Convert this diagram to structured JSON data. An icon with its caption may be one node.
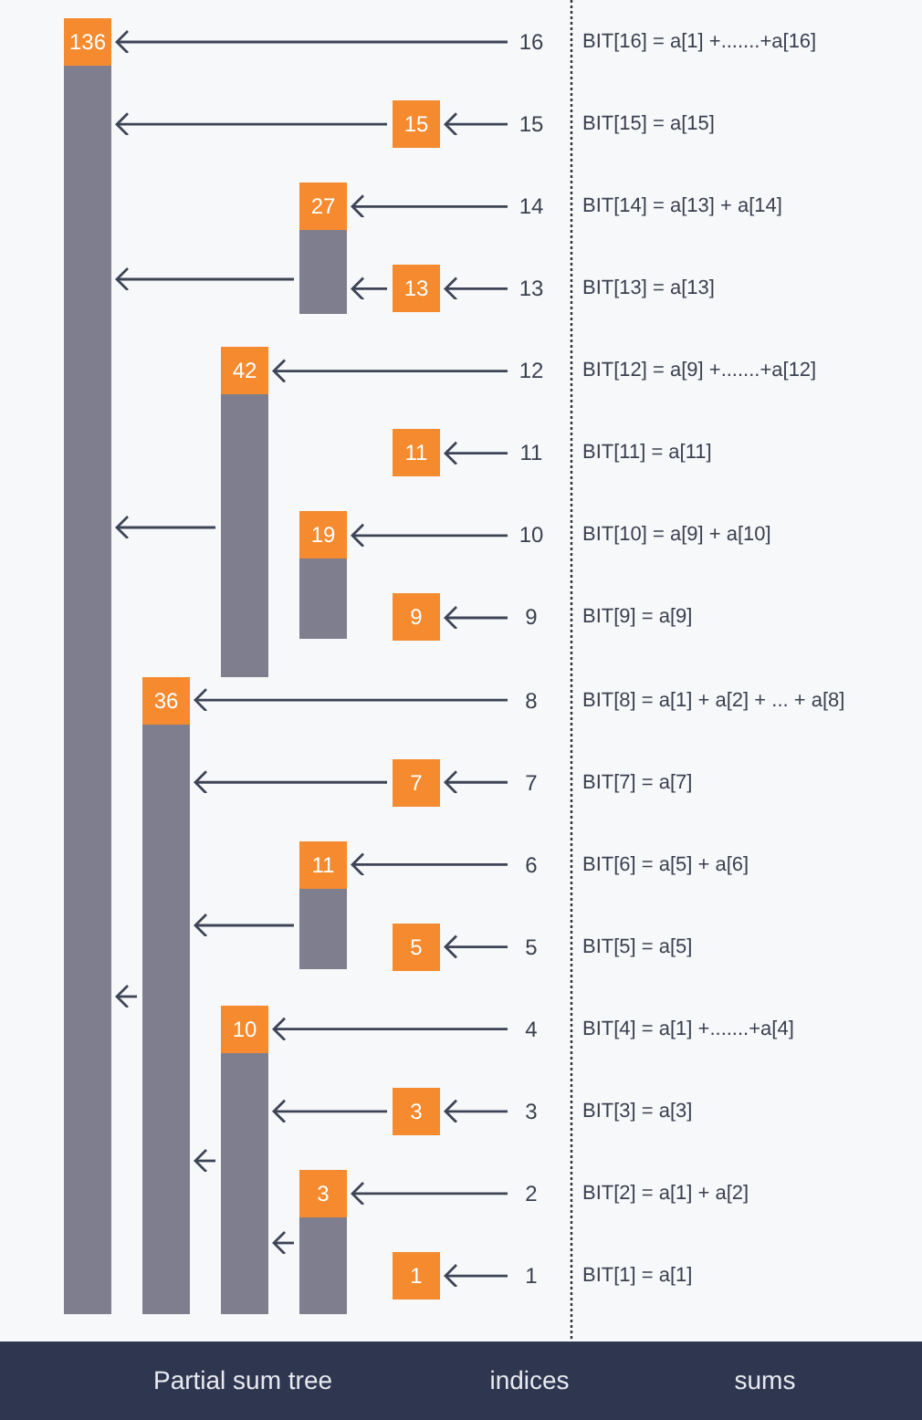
{
  "diagram": {
    "nodes": [
      {
        "text": [
          "136"
        ]
      },
      {
        "text": [
          "16"
        ]
      },
      {
        "text": [
          "15"
        ]
      },
      {
        "text": [
          "15"
        ]
      },
      {
        "text": [
          "27"
        ]
      },
      {
        "text": [
          "14"
        ]
      },
      {
        "text": [
          "13"
        ]
      },
      {
        "text": [
          "13"
        ]
      },
      {
        "text": [
          "42"
        ]
      },
      {
        "text": [
          "12"
        ]
      },
      {
        "text": [
          "11"
        ]
      },
      {
        "text": [
          "11"
        ]
      },
      {
        "text": [
          "19"
        ]
      },
      {
        "text": [
          "10"
        ]
      },
      {
        "text": [
          "9"
        ]
      },
      {
        "text": [
          "9"
        ]
      },
      {
        "text": [
          "36"
        ]
      },
      {
        "text": [
          "8"
        ]
      },
      {
        "text": [
          "7"
        ]
      },
      {
        "text": [
          "7"
        ]
      },
      {
        "text": [
          "11"
        ]
      },
      {
        "text": [
          "6"
        ]
      },
      {
        "text": [
          "5"
        ]
      },
      {
        "text": [
          "5"
        ]
      },
      {
        "text": [
          "10"
        ]
      },
      {
        "text": [
          "4"
        ]
      },
      {
        "text": [
          "3"
        ]
      },
      {
        "text": [
          "3"
        ]
      },
      {
        "text": [
          "3"
        ]
      },
      {
        "text": [
          "2"
        ]
      },
      {
        "text": [
          "1"
        ]
      },
      {
        "text": [
          "1"
        ]
      }
    ],
    "edges": [
      {
        "from": 1,
        "to": 0,
        "arrow": "to"
      },
      {
        "from": 3,
        "to": 2,
        "arrow": "to"
      },
      {
        "from": 2,
        "to": 0,
        "arrow": "to"
      },
      {
        "from": 5,
        "to": 4,
        "arrow": "to"
      },
      {
        "from": 7,
        "to": 6,
        "arrow": "to"
      },
      {
        "from": 6,
        "to": 4,
        "arrow": "to"
      },
      {
        "from": 4,
        "to": 0,
        "arrow": "to"
      },
      {
        "from": 9,
        "to": 8,
        "arrow": "to"
      },
      {
        "from": 11,
        "to": 10,
        "arrow": "to"
      },
      {
        "from": 13,
        "to": 12,
        "arrow": "to"
      },
      {
        "from": 15,
        "to": 14,
        "arrow": "to"
      },
      {
        "from": 8,
        "to": 0,
        "arrow": "to"
      },
      {
        "from": 17,
        "to": 16,
        "arrow": "to"
      },
      {
        "from": 19,
        "to": 18,
        "arrow": "to"
      },
      {
        "from": 18,
        "to": 16,
        "arrow": "to"
      },
      {
        "from": 21,
        "to": 20,
        "arrow": "to"
      },
      {
        "from": 23,
        "to": 22,
        "arrow": "to"
      },
      {
        "from": 20,
        "to": 16,
        "arrow": "to"
      },
      {
        "from": 16,
        "to": 0,
        "arrow": "to"
      },
      {
        "from": 25,
        "to": 24,
        "arrow": "to"
      },
      {
        "from": 27,
        "to": 26,
        "arrow": "to"
      },
      {
        "from": 26,
        "to": 24,
        "arrow": "to"
      },
      {
        "from": 29,
        "to": 28,
        "arrow": "to"
      },
      {
        "from": 31,
        "to": 30,
        "arrow": "to"
      },
      {
        "from": 24,
        "to": 16,
        "arrow": "to"
      },
      {
        "from": 28,
        "to": 24,
        "arrow": "to"
      }
    ],
    "labels": [
      "BIT[16] = a[1] +.......+a[16]",
      "BIT[15] = a[15]",
      "BIT[14] = a[13] + a[14]",
      "BIT[13] = a[13]",
      "BIT[12] = a[9] +.......+a[12]",
      "BIT[11] = a[11]",
      "BIT[10] = a[9] + a[10]",
      "BIT[9] = a[9]",
      "BIT[8] = a[1] + a[2] + ... + a[8]",
      "BIT[7] = a[7]",
      "BIT[6] = a[5] + a[6]",
      "BIT[5] = a[5]",
      "BIT[4] = a[1] +.......+a[4]",
      "BIT[3] = a[3]",
      "BIT[2] = a[1] + a[2]",
      "BIT[1] = a[1]",
      "Partial sum tree",
      "indices",
      "sums"
    ]
  }
}
